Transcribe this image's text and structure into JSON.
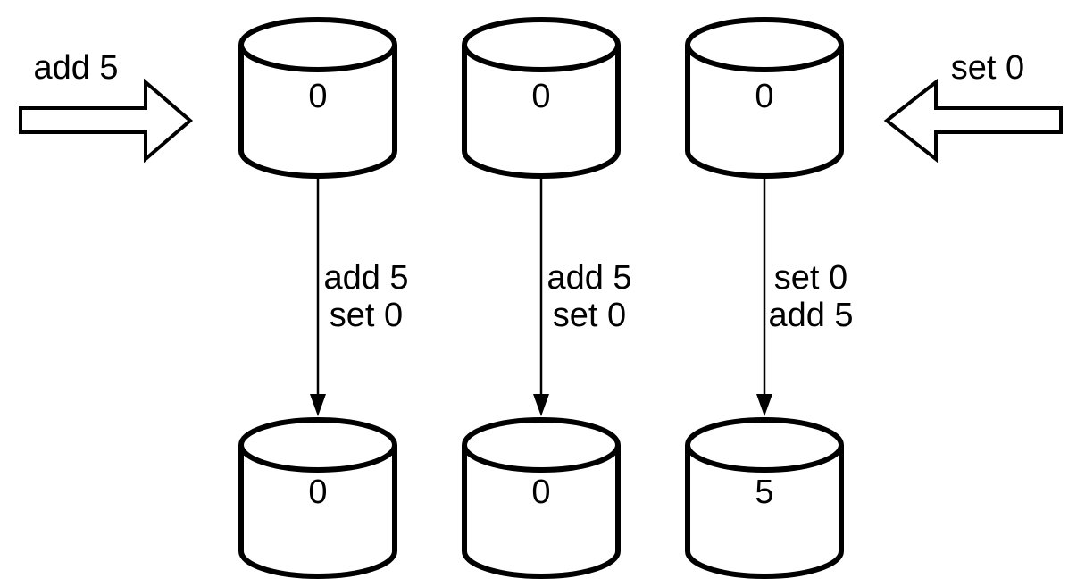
{
  "diagram": {
    "left_operation": {
      "label": "add 5"
    },
    "right_operation": {
      "label": "set 0"
    },
    "replicas": [
      {
        "initial": "0",
        "ops": [
          "add 5",
          "set 0"
        ],
        "final": "0"
      },
      {
        "initial": "0",
        "ops": [
          "add 5",
          "set 0"
        ],
        "final": "0"
      },
      {
        "initial": "0",
        "ops": [
          "set 0",
          "add 5"
        ],
        "final": "5"
      }
    ],
    "colors": {
      "stroke": "#000000",
      "fill": "#ffffff",
      "background": "#ffffff"
    }
  }
}
